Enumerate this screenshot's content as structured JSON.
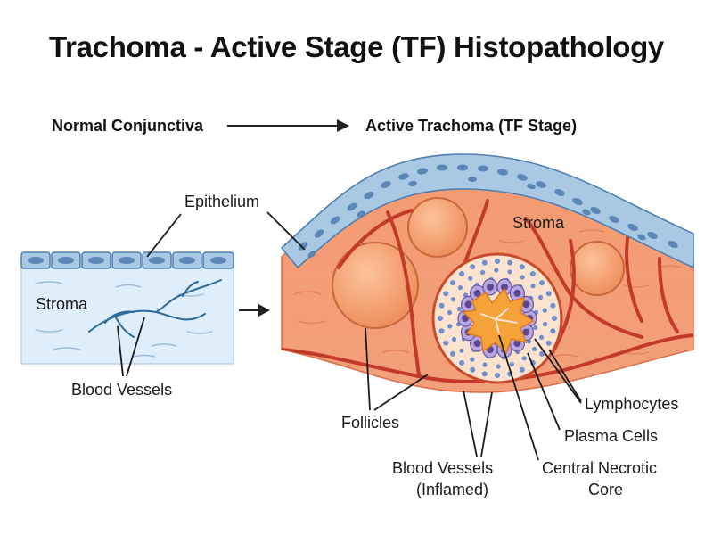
{
  "title": "Trachoma - Active Stage (TF) Histopathology",
  "header": {
    "left": "Normal Conjunctiva",
    "right": "Active Trachoma (TF Stage)"
  },
  "labels": {
    "epithelium": "Epithelium",
    "stroma_left": "Stroma",
    "stroma_right": "Stroma",
    "blood_vessels": "Blood Vessels",
    "follicles": "Follicles",
    "blood_vessels_inflamed_1": "Blood Vessels",
    "blood_vessels_inflamed_2": "(Inflamed)",
    "lymphocytes": "Lymphocytes",
    "plasma_cells": "Plasma Cells",
    "necrotic_1": "Central Necrotic",
    "necrotic_2": "Core"
  },
  "colors": {
    "epithelium": "#a9c8e4",
    "normal_stroma": "#deeefa",
    "inflamed_stroma": "#f08d66",
    "follicle": "#f4a06f",
    "vessel": "#c83a28",
    "lymphocyte": "#8f77c1",
    "necrotic": "#f2a23a"
  }
}
